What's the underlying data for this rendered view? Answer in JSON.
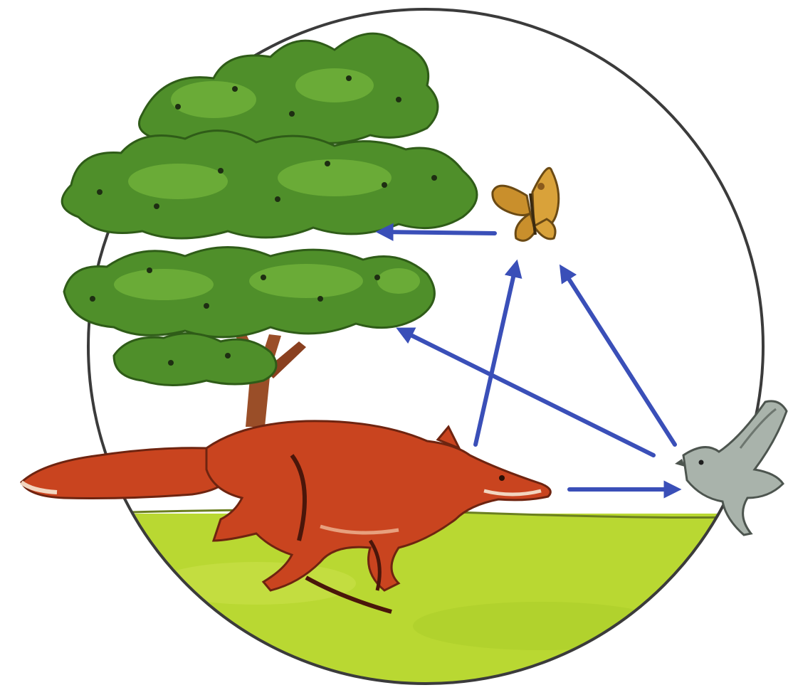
{
  "diagram": {
    "type": "food-web",
    "organisms": [
      {
        "id": "tree",
        "icon": "tree-icon"
      },
      {
        "id": "butterfly",
        "icon": "butterfly-icon"
      },
      {
        "id": "bird",
        "icon": "bird-icon"
      },
      {
        "id": "fox",
        "icon": "fox-icon"
      }
    ],
    "arrows": [
      {
        "from": "butterfly",
        "to": "tree"
      },
      {
        "from": "fox",
        "to": "butterfly"
      },
      {
        "from": "bird",
        "to": "butterfly"
      },
      {
        "from": "bird",
        "to": "tree"
      },
      {
        "from": "fox",
        "to": "bird"
      }
    ],
    "colors": {
      "arrow": "#3a4fb8",
      "circle_outline": "#3b3b3b",
      "grass": "#b9d832",
      "foliage": "#4f8f2a",
      "trunk": "#9a4e28",
      "fox": "#c9441f",
      "butterfly": "#d9a23a",
      "bird": "#a9b3ab"
    }
  }
}
